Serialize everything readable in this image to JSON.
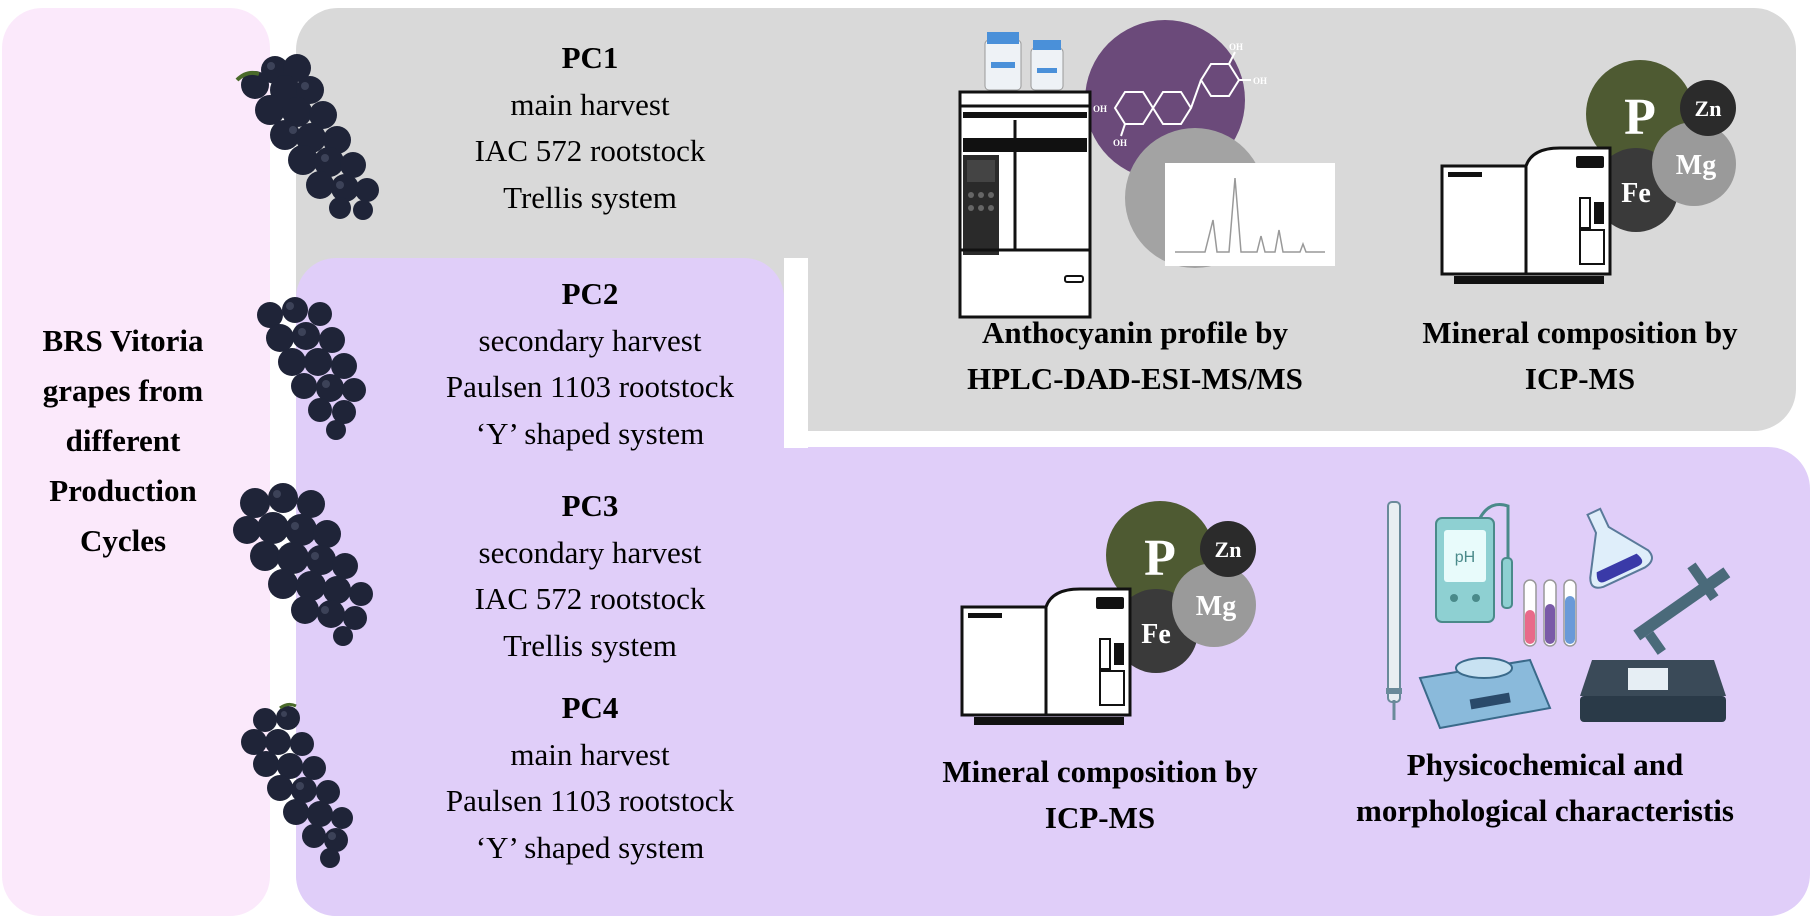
{
  "left_label": "BRS Vitoria grapes from different Production Cycles",
  "cycles": [
    {
      "id": "PC1",
      "harvest": "main harvest",
      "rootstock": "IAC 572 rootstock",
      "system": "Trellis system"
    },
    {
      "id": "PC2",
      "harvest": "secondary harvest",
      "rootstock": "Paulsen 1103 rootstock",
      "system": "‘Y’ shaped system"
    },
    {
      "id": "PC3",
      "harvest": "secondary harvest",
      "rootstock": "IAC 572 rootstock",
      "system": "Trellis system"
    },
    {
      "id": "PC4",
      "harvest": "main harvest",
      "rootstock": "Paulsen 1103 rootstock",
      "system": "‘Y’ shaped system"
    }
  ],
  "analyses": {
    "anthocyanin": {
      "line1": "Anthocyanin profile by",
      "line2": "HPLC-DAD-ESI-MS/MS"
    },
    "mineral_top": {
      "line1": "Mineral composition by",
      "line2": "ICP-MS"
    },
    "mineral_bottom": {
      "line1": "Mineral composition by",
      "line2": "ICP-MS"
    },
    "physicochemical": {
      "line1": "Physicochemical and",
      "line2": "morphological characteristis"
    }
  },
  "elements": {
    "p": "P",
    "zn": "Zn",
    "mg": "Mg",
    "fe": "Fe"
  },
  "molecule_labels": {
    "oh": "OH"
  },
  "ph_label": "pH",
  "colors": {
    "left_panel": "#fbe9fb",
    "grey_panel": "#d9d9d9",
    "purple_panel": "#e0cef9",
    "p_circle": "#4e5a32",
    "zn_circle": "#2b2b2b",
    "mg_circle": "#9a9a9a",
    "fe_circle": "#3a3a3a",
    "molecule_circle": "#6b4a7a",
    "chromatogram_circle": "#a3a3a3",
    "grape": "#1f2438"
  }
}
